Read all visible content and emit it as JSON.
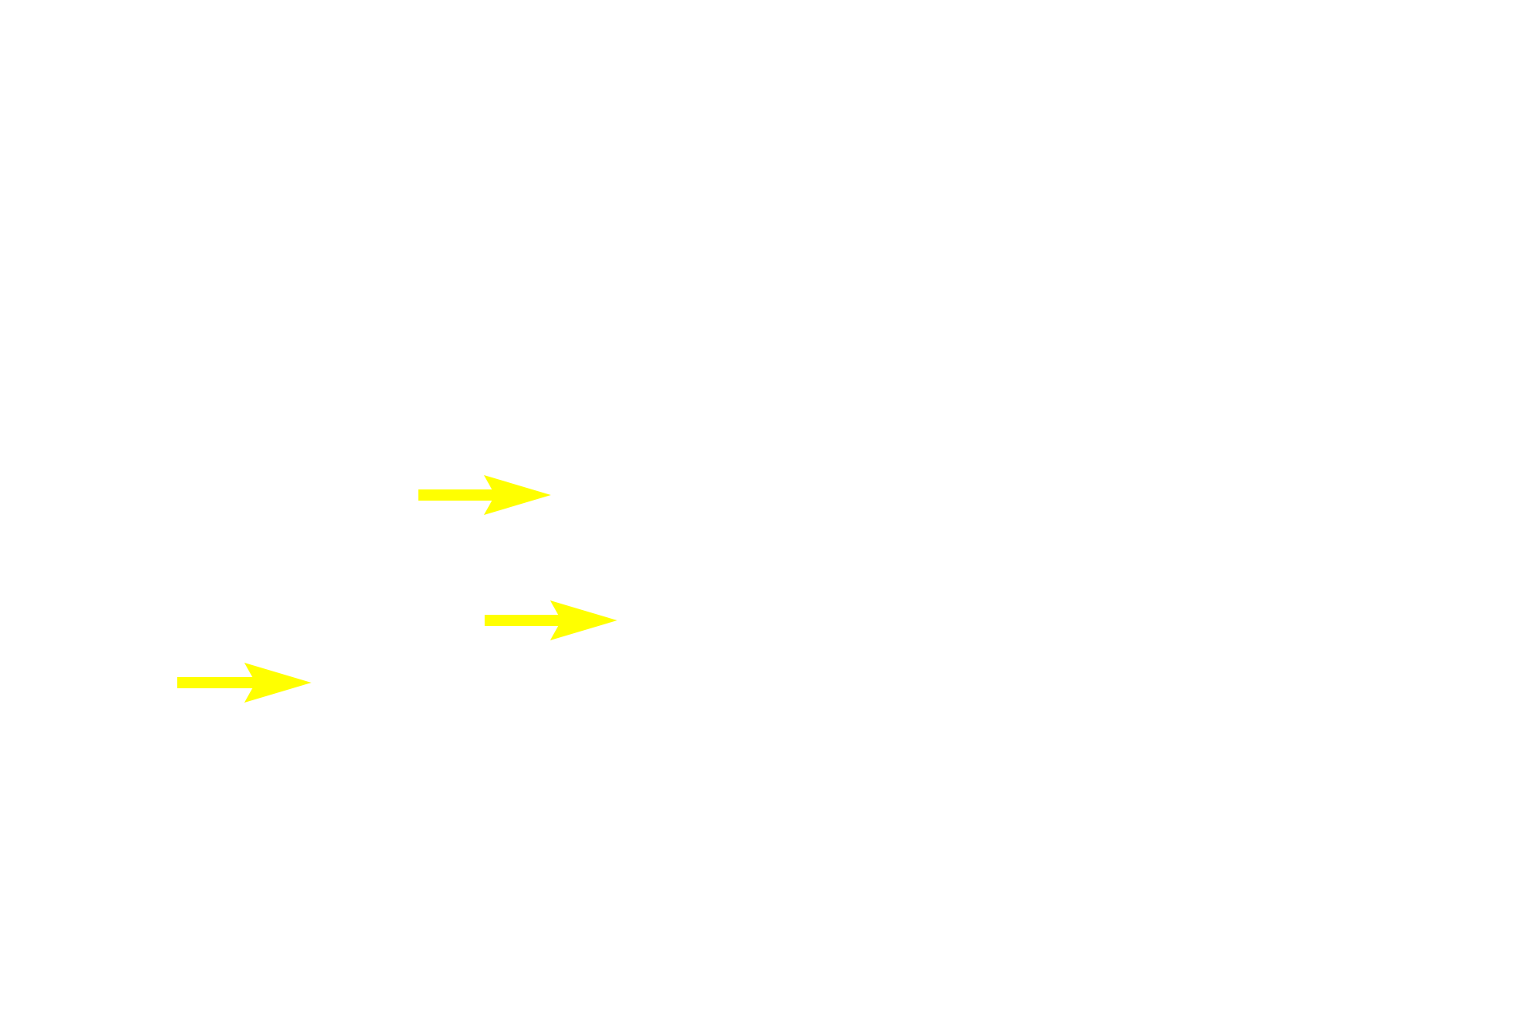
{
  "canvas": {
    "background_color": "#ffffff"
  },
  "annotations": {
    "arrow_color": "#ffff00",
    "arrows": [
      {
        "icon": "right-arrow-icon",
        "direction": "right"
      },
      {
        "icon": "right-arrow-icon",
        "direction": "right"
      },
      {
        "icon": "right-arrow-icon",
        "direction": "right"
      }
    ]
  }
}
